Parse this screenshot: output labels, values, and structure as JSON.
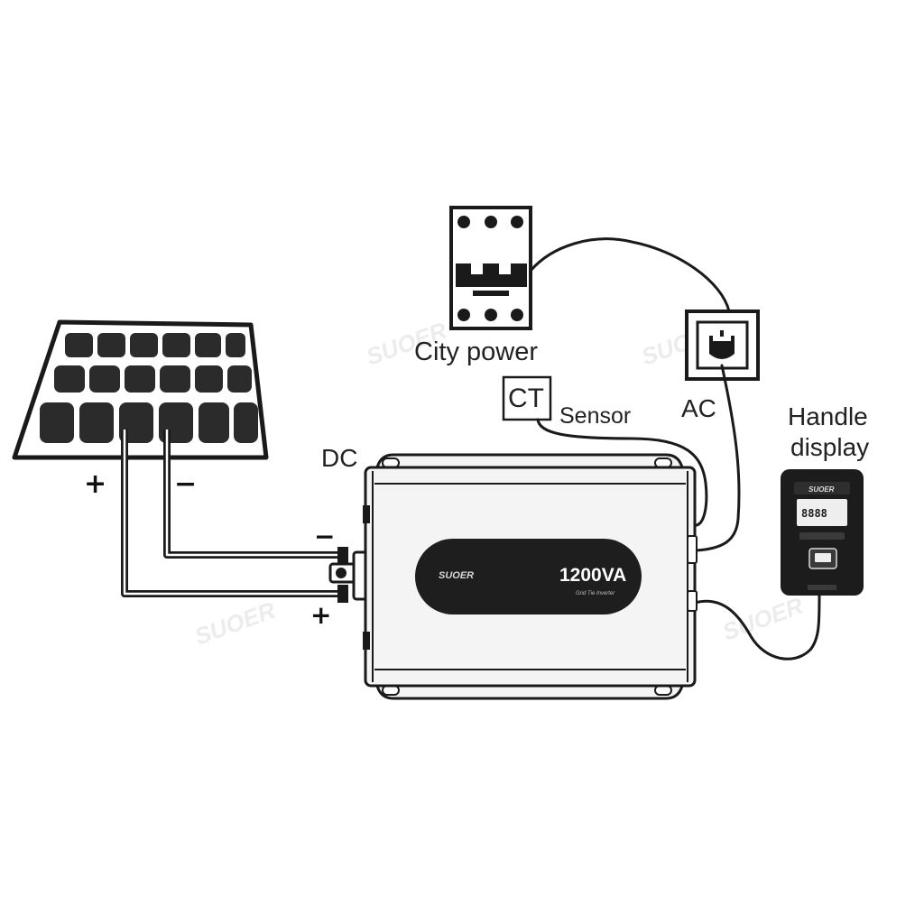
{
  "labels": {
    "city_power": "City power",
    "ct": "CT",
    "sensor": "Sensor",
    "ac": "AC",
    "dc": "DC",
    "handle_line1": "Handle",
    "handle_line2": "display",
    "panel_plus": "+",
    "panel_minus": "−",
    "terminal_minus": "−",
    "terminal_plus": "+"
  },
  "inverter": {
    "brand": "SUOER",
    "model": "1200VA",
    "subtitle": "Grid Tie Inverter"
  },
  "handle_display": {
    "brand": "SUOER",
    "readout": "8888"
  },
  "watermark": "SUOER",
  "colors": {
    "ink": "#1a1a1a",
    "cell": "#2b2b2b",
    "inverter_body": "#f4f4f4",
    "badge": "#1e1e1e"
  }
}
